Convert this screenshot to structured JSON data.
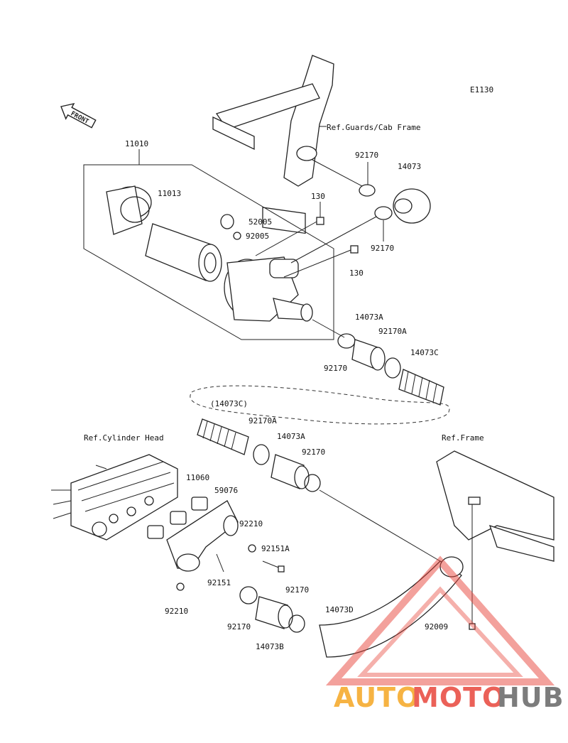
{
  "diagram": {
    "code": "E1130",
    "front_label": "FRONT",
    "references": {
      "guards": "Ref.Guards/Cab Frame",
      "cylinder_head": "Ref.Cylinder Head",
      "frame": "Ref.Frame"
    },
    "parts": {
      "p11010": "11010",
      "p11013": "11013",
      "p52005": "52005",
      "p92005": "92005",
      "p130a": "130",
      "p130b": "130",
      "p92170a": "92170",
      "p14073": "14073",
      "p92170b": "92170",
      "p14073A": "14073A",
      "p92170A": "92170A",
      "p92170c": "92170",
      "p14073C": "14073C",
      "p14073C_ref": "(14073C)",
      "p92170A_2": "92170A",
      "p14073A_2": "14073A",
      "p92170d": "92170",
      "p11060": "11060",
      "p59076": "59076",
      "p92210a": "92210",
      "p92151A": "92151A",
      "p92151": "92151",
      "p92210b": "92210",
      "p92170e": "92170",
      "p92170f": "92170",
      "p14073B": "14073B",
      "p14073D": "14073D",
      "p92009": "92009"
    }
  },
  "watermark": {
    "part1": "AUTO",
    "part2": "MOTO",
    "part3": "HUB",
    "colors": {
      "orange": "#f5a623",
      "red": "#e8463c",
      "gray": "#666666"
    }
  }
}
